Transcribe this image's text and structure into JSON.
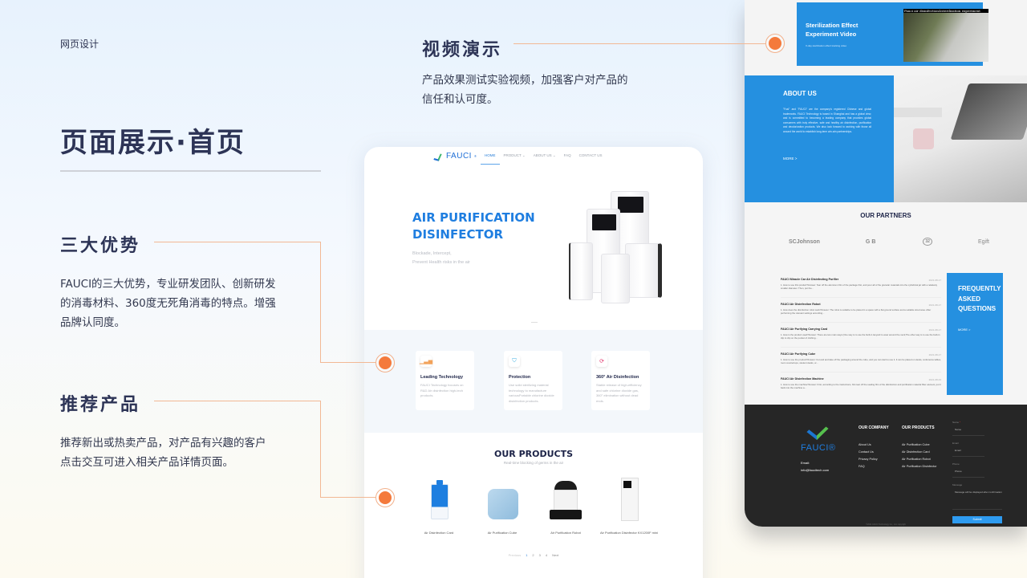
{
  "breadcrumb": "网页设计",
  "page_title": "页面展示·首页",
  "sections": {
    "video": {
      "title": "视频演示",
      "desc_line1": "产品效果测试实验视频，加强客户对产品的",
      "desc_line2": "信任和认可度。"
    },
    "advantages": {
      "title": "三大优势",
      "desc_line1": "FAUCI的三大优势，专业研发团队、创新研发",
      "desc_line2": "的消毒材料、360度无死角消毒的特点。增强",
      "desc_line3": "品牌认同度。"
    },
    "products": {
      "title": "推荐产品",
      "desc_line1": "推荐新出或热卖产品，对产品有兴趣的客户",
      "desc_line2": "点击交互可进入相关产品详情页面。"
    }
  },
  "colors": {
    "accent_orange": "#f47a3c",
    "brand_blue": "#2590e0",
    "title_navy": "#2d3456",
    "footer_dark": "#262626"
  },
  "site": {
    "logo": "FAUCI",
    "logo_reg": "®",
    "nav": [
      "HOME",
      "PRODUCT ⌄",
      "ABOUT US ⌄",
      "FAQ",
      "CONTACT US"
    ],
    "hero": {
      "title_line1": "AIR PURIFICATION",
      "title_line2": "DISINFECTOR",
      "sub_line1": "Blockade, Intercept,",
      "sub_line2": "Prevent Health risks in the air"
    },
    "features": [
      {
        "icon": "chart-icon",
        "glyph": "📶",
        "title": "Leading Technology",
        "desc": "FAUCI Technology focuses on R&D Air disinfection high-tech products."
      },
      {
        "icon": "shield-icon",
        "glyph": "🛡",
        "title": "Protection",
        "desc": "Use solid sterilizing material technology to manufacture variousPortable chlorine dioxide disinfection products."
      },
      {
        "icon": "refresh-icon",
        "glyph": "⟳",
        "title": "360° Air Disinfection",
        "desc": "Stable release of high-efficiency and safe chlorine dioxide gas, 360° elimination without dead ends."
      }
    ],
    "products": {
      "title": "OUR PRODUCTS",
      "subtitle": "Real-time blocking of germs in the air",
      "items": [
        {
          "name": "Air Disinfection Card"
        },
        {
          "name": "Air Purification Cube"
        },
        {
          "name": "Air Purification Robot"
        },
        {
          "name": "Air Purification Disinfector KX1200F mini"
        }
      ]
    },
    "pager": {
      "prev": "Previous",
      "pages": [
        "1",
        "2",
        "3",
        "4"
      ],
      "next": "Next"
    },
    "video_card": {
      "title_line1": "Sterilization Effect",
      "title_line2": "Experiment Video",
      "subtitle": "X-day sterilization effect tracking video",
      "caption": "Fauci air disinfection&sterilization experiment"
    },
    "about": {
      "title": "ABOUT US",
      "text": "\"Fusi\" and \"FAUCI\" are the company's registered Chinese and global trademarks. FAUCI Technology is based in Shanghai and has a global view, and is committed to becoming a leading company that provides global consumers with truly effective, safe and healthy air disinfection, purification and deodorization products. We also look forward to working with those all around the world to establish long-term win-win partnerships.",
      "more": "MORE >"
    },
    "partners": {
      "title": "OUR PARTNERS",
      "items": [
        "SCJohnson",
        "GB",
        "32",
        "Egift"
      ]
    },
    "faq": {
      "items": [
        {
          "q": "FAUCI Miracle Car Air Disinfecting Purifier",
          "date": "2021-08-17",
          "a": "1. How to use this product?Answer: Tear off the aluminum film of the package first, and pour all of the granular materials into the cylindrical jar with a relatively smaller diameter. Then, put the..."
        },
        {
          "q": "FAUCI Air Disinfection Robot",
          "date": "2021-08-17",
          "a": "1. How does the disinfection robot work?Answer: The robot is suitable to be placed in a space with a flat ground surface and a suitable sized area. After performing the relevant settings according..."
        },
        {
          "q": "FAUCI Air Purifying Carrying Card",
          "date": "2021-08-17",
          "a": "1. How is the product used?Answer: There are two main ways (One way is to use the built-in lanyard to wear around the neck;The other way is to use the built-in clip to clip on the pocket of clothing..."
        },
        {
          "q": "FAUCI Air Purifying Cube",
          "date": "2021-08-17",
          "a": "1. How to use the product?Answer: Cut and and take off the packaging around the cube, and you can start to use it. It can be placed on desks, conference tables, room countertops, student desks, or..."
        },
        {
          "q": "FAUCI Air Disinfection Machine",
          "date": "2021-08-23",
          "a": "1. How to use the machine?Answer: First, according to the instructions, first tear off the sealing film of the disinfection and purification material filter element, put it back into the machine a..."
        }
      ],
      "box_title_line1": "FREQUENTLY",
      "box_title_line2": "ASKED",
      "box_title_line3": "QUESTIONS",
      "box_more": "MORE >"
    },
    "footer": {
      "logo": "FAUCI®",
      "email_label": "Email:",
      "email": "info@faucitech.com",
      "company_title": "OUR COMPANY",
      "company_links": [
        "About Us",
        "Contact Us",
        "Privacy Policy",
        "FAQ"
      ],
      "products_title": "OUR PRODUCTS",
      "products_links": [
        "Air Purification Cube",
        "Air Disinfection Card",
        "Air Purification Robot",
        "Air Purification Disinfector"
      ],
      "form": {
        "name_label": "Name",
        "name_placeholder": "Name",
        "email_label": "Email",
        "email_placeholder": "Email",
        "phone_label": "Phone",
        "phone_placeholder": "Phone",
        "message_label": "Message",
        "message_placeholder": "Message will be displayed after confirmation",
        "submit": "Submit"
      },
      "copyright": "©2021 FAUCI Technology Co., Ltd. copyright"
    }
  }
}
